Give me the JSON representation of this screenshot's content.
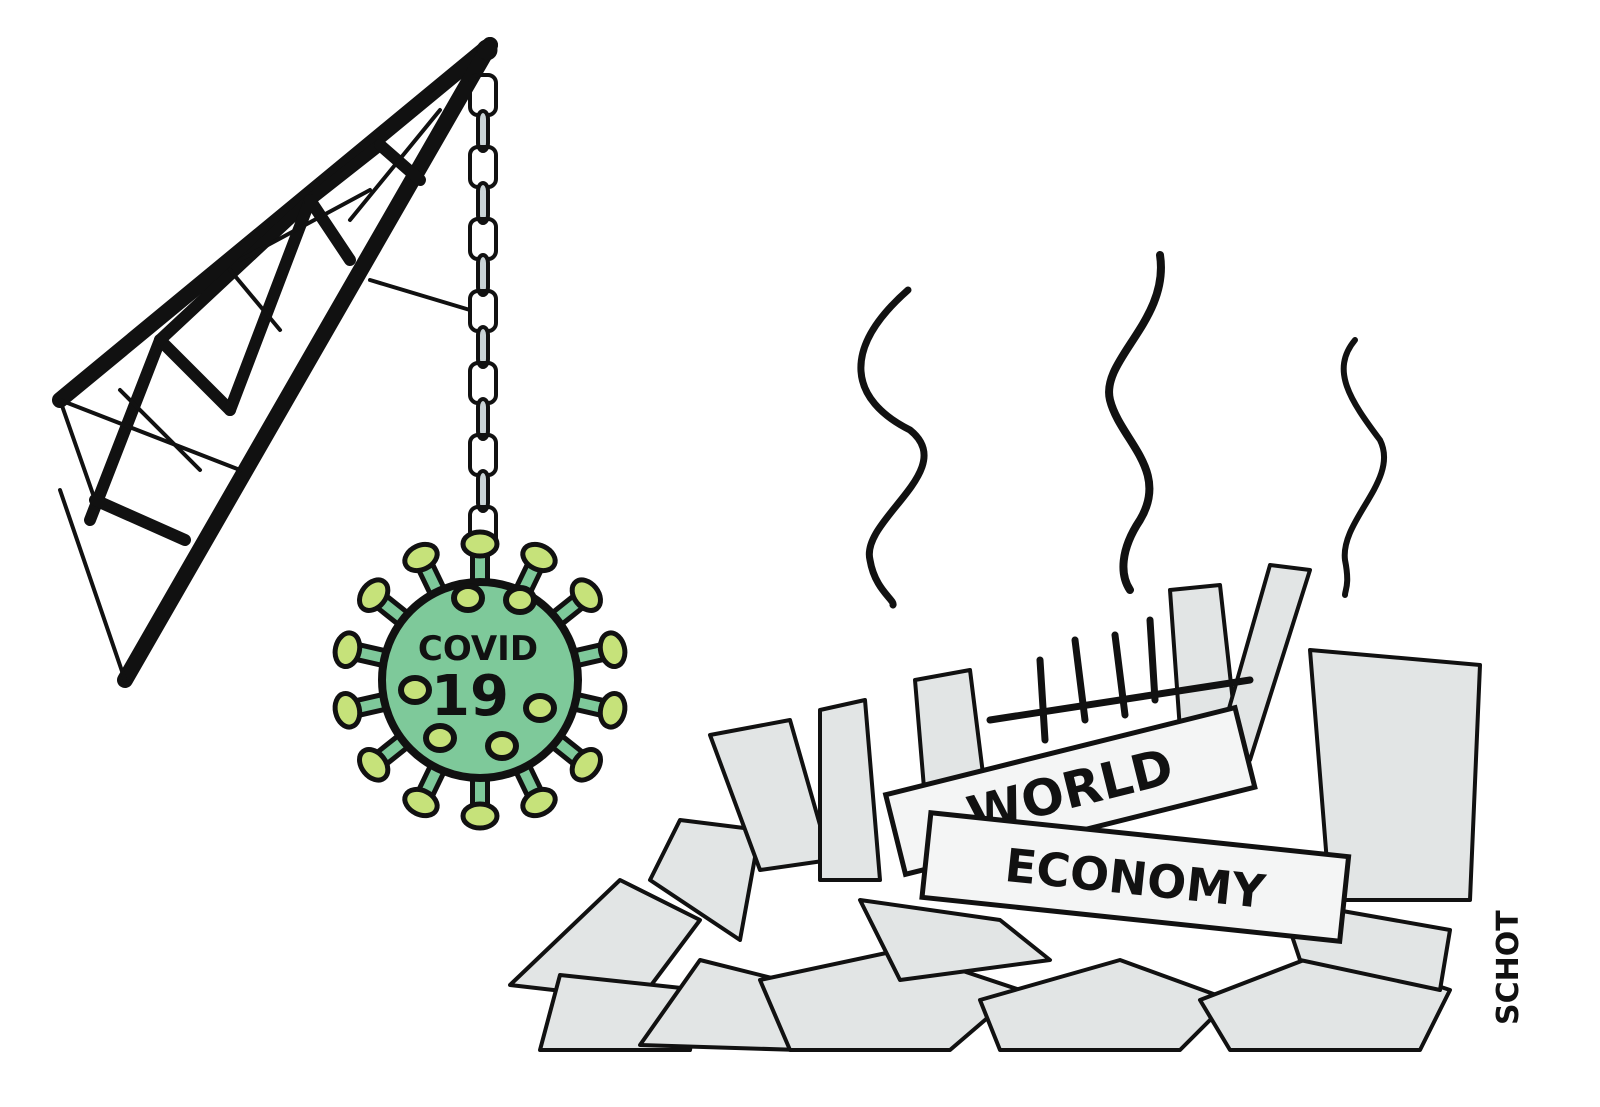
{
  "cartoon": {
    "virus_label_line1": "COVID",
    "virus_label_line2": "19",
    "sign_top": "WORLD",
    "sign_bottom": "ECONOMY",
    "signature": "SCHOT"
  },
  "colors": {
    "virus_body": "#7ec99a",
    "virus_spike_tip": "#c6e27a",
    "chain": "#c9d3d6",
    "rubble": "#dfe3e3",
    "ink": "#111111"
  }
}
